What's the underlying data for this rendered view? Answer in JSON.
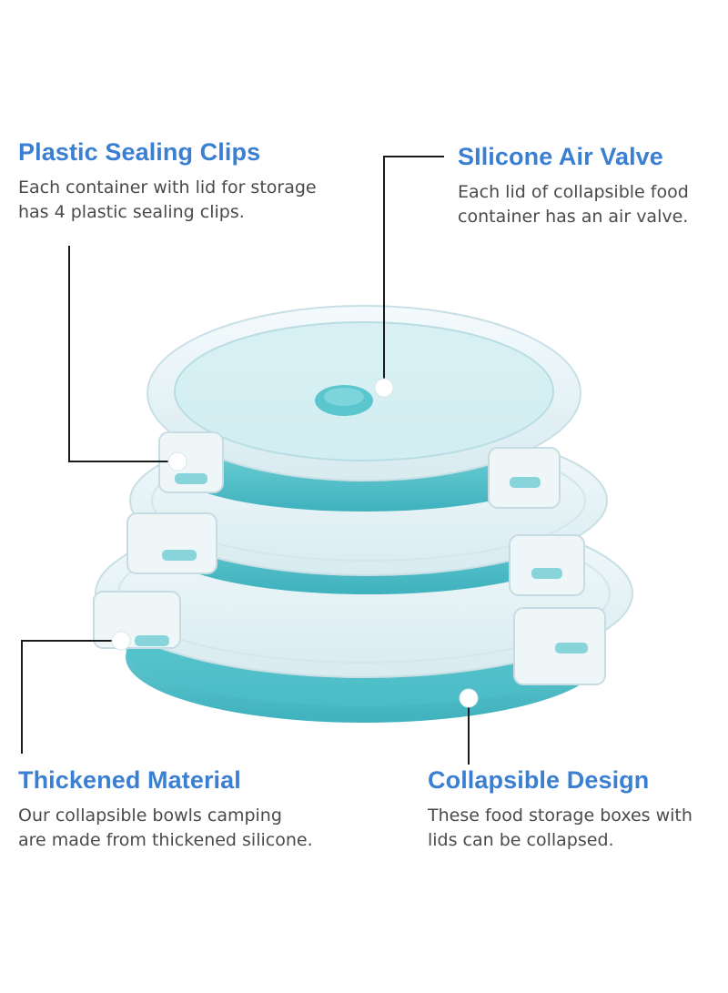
{
  "colors": {
    "title": "#3b7fd3",
    "body": "#4a4a4a",
    "line": "#1a1a1a",
    "silicone": "#5cc6cf",
    "silicone_dark": "#3aa9b6",
    "lid": "#e8f3f6"
  },
  "features": {
    "sealing_clips": {
      "title": "Plastic Sealing Clips",
      "line1": "Each container with lid for storage",
      "line2": "has 4 plastic sealing clips."
    },
    "air_valve": {
      "title": "SIlicone Air Valve",
      "line1": "Each lid of collapsible food",
      "line2": "container has an air valve."
    },
    "thickened": {
      "title": "Thickened Material",
      "line1": "Our collapsible bowls camping",
      "line2": "are made from thickened silicone."
    },
    "collapsible": {
      "title": "Collapsible Design",
      "line1": "These food storage boxes with",
      "line2": "lids can be collapsed."
    }
  }
}
